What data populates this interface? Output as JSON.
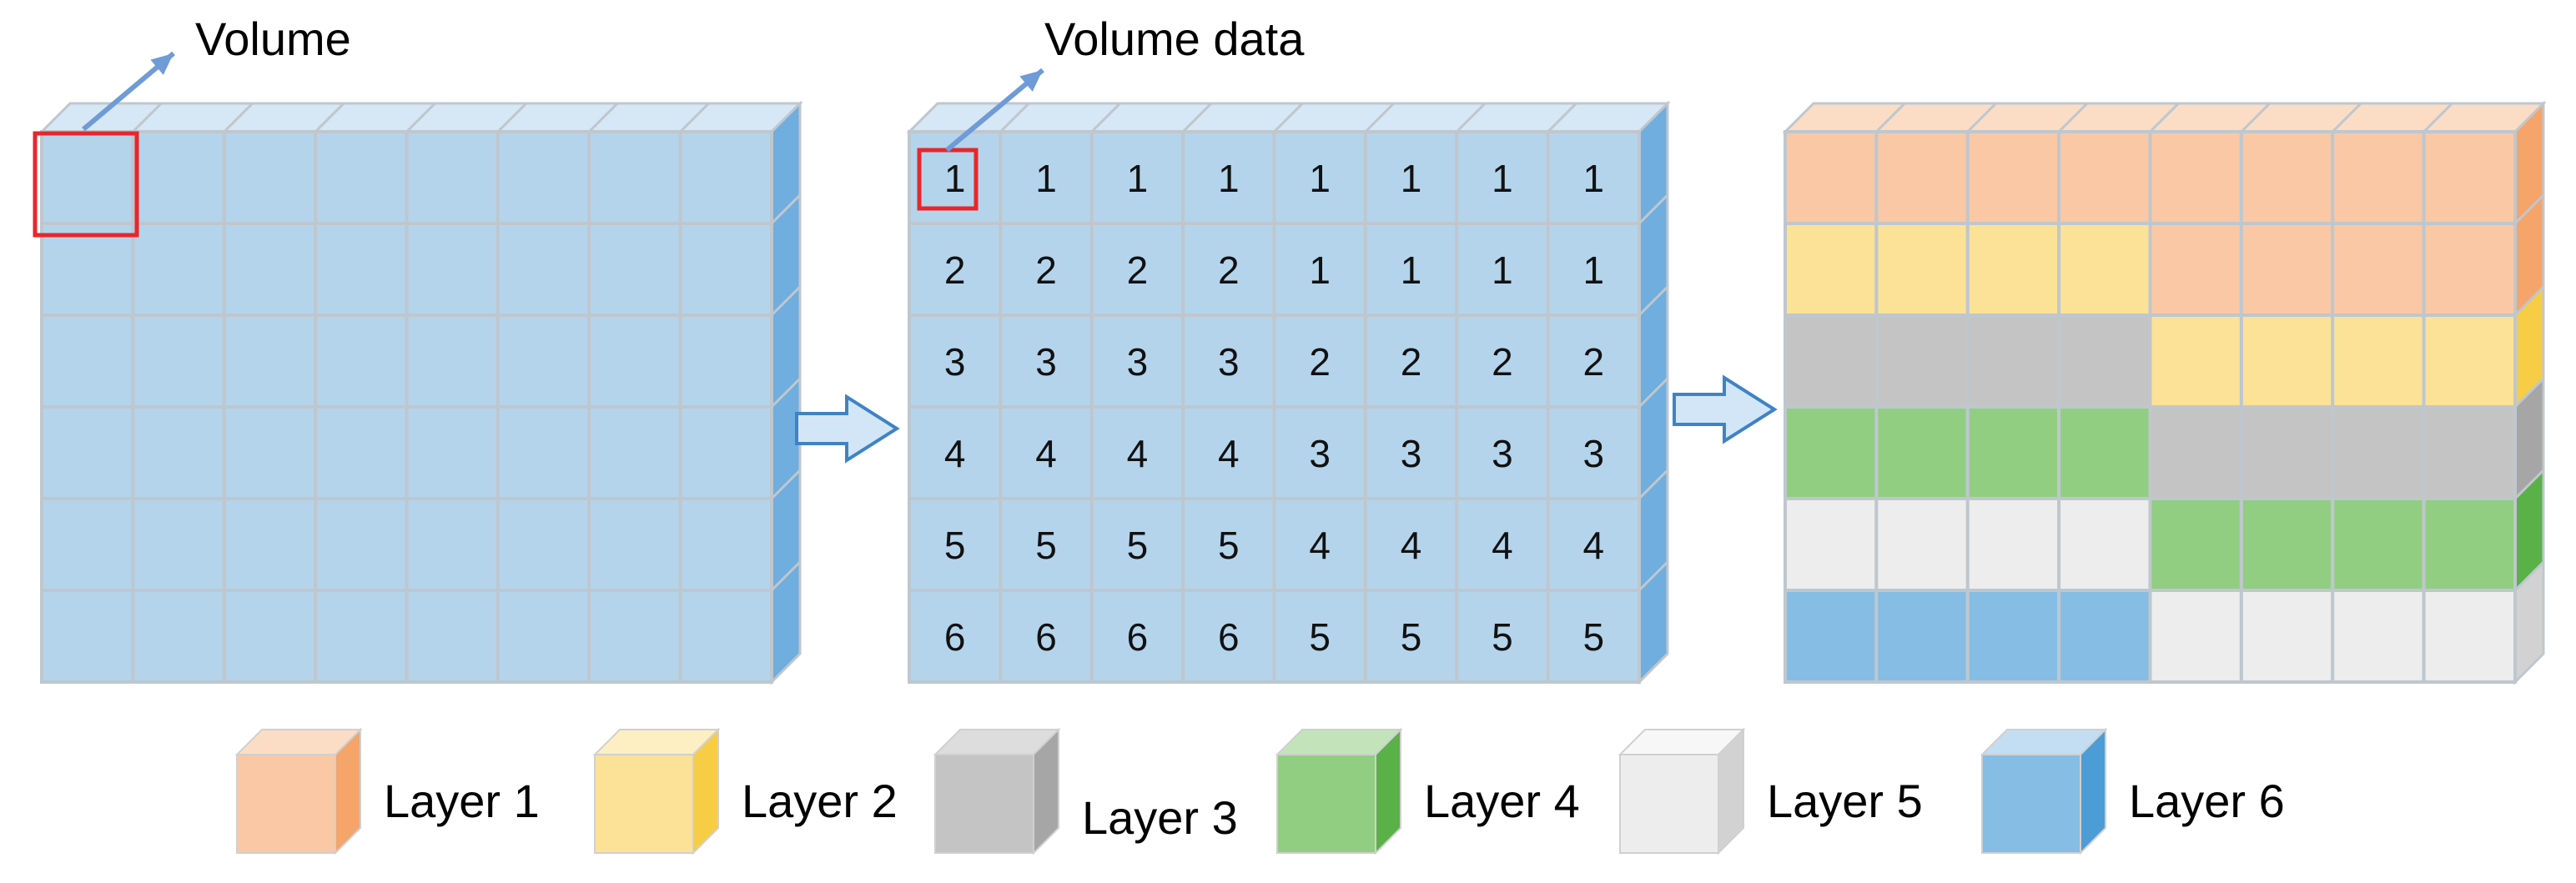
{
  "labels": {
    "volume": "Volume",
    "volume_data": "Volume data"
  },
  "grid": {
    "rows": 6,
    "cols": 8,
    "values": [
      [
        1,
        1,
        1,
        1,
        1,
        1,
        1,
        1
      ],
      [
        2,
        2,
        2,
        2,
        1,
        1,
        1,
        1
      ],
      [
        3,
        3,
        3,
        3,
        2,
        2,
        2,
        2
      ],
      [
        4,
        4,
        4,
        4,
        3,
        3,
        3,
        3
      ],
      [
        5,
        5,
        5,
        5,
        4,
        4,
        4,
        4
      ],
      [
        6,
        6,
        6,
        6,
        5,
        5,
        5,
        5
      ]
    ]
  },
  "colors": {
    "empty": {
      "front": "#B4D4EC",
      "top": "#D6E7F5",
      "side": "#6FAEDE"
    },
    "cell_border": "#BFC7CE",
    "highlight": "#E8262B",
    "pointer": "#6F9BD6",
    "arrow_fill": "#D3E6F7",
    "arrow_stroke": "#3F83C6",
    "layers": {
      "1": {
        "front": "#FAC8A4",
        "top": "#FBDDC6",
        "side": "#F5A46A"
      },
      "2": {
        "front": "#FCE297",
        "top": "#FDEFC2",
        "side": "#F7CD45"
      },
      "3": {
        "front": "#C4C4C4",
        "top": "#DDDDDD",
        "side": "#A6A6A6"
      },
      "4": {
        "front": "#92CE82",
        "top": "#C3E4BA",
        "side": "#5AB148"
      },
      "5": {
        "front": "#EDEDED",
        "top": "#F7F7F7",
        "side": "#D2D2D2"
      },
      "6": {
        "front": "#85BDE4",
        "top": "#C3DDF2",
        "side": "#4C9CD6"
      }
    }
  },
  "legend": [
    {
      "layer": 1,
      "label": "Layer 1"
    },
    {
      "layer": 2,
      "label": "Layer 2"
    },
    {
      "layer": 3,
      "label": "Layer 3"
    },
    {
      "layer": 4,
      "label": "Layer 4"
    },
    {
      "layer": 5,
      "label": "Layer 5"
    },
    {
      "layer": 6,
      "label": "Layer 6"
    }
  ]
}
